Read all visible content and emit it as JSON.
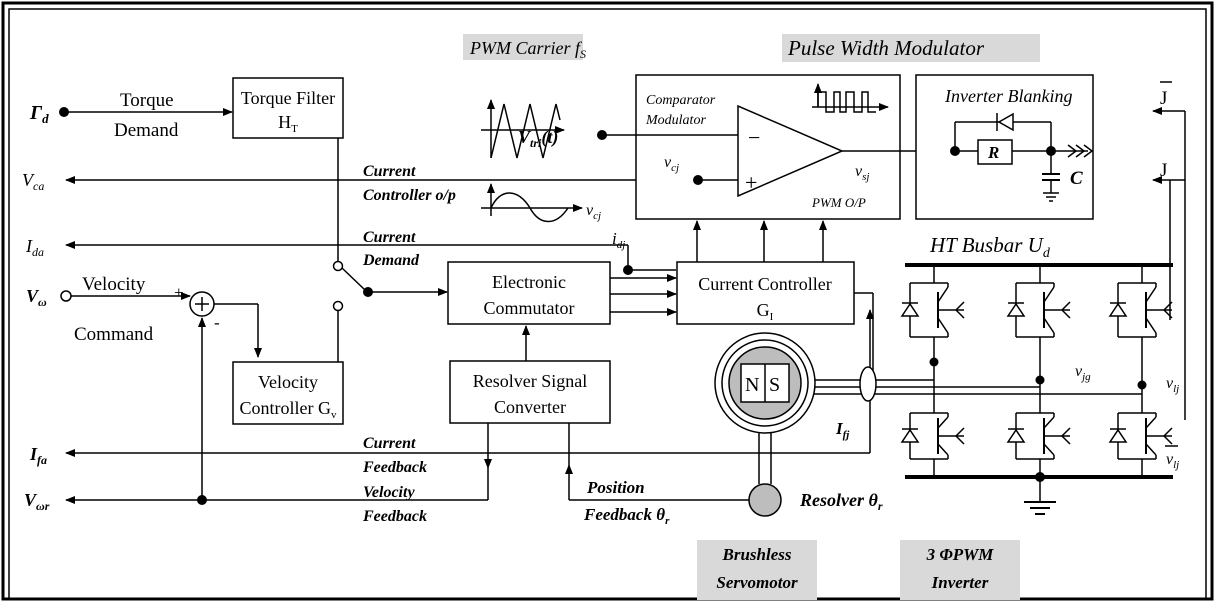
{
  "inputs": {
    "torque_symbol": "Γ",
    "torque_sub": "d",
    "vca_main": "V",
    "vca_sub": "ca",
    "ida_main": "I",
    "ida_sub": "da",
    "vomega_main": "V",
    "vomega_sub": "ω",
    "ifa_main": "I",
    "ifa_sub": "fa",
    "vomegar_main": "V",
    "vomegar_sub": "ωr"
  },
  "labels": {
    "torque_demand_1": "Torque",
    "torque_demand_2": "Demand",
    "velocity_command_1": "Velocity",
    "velocity_command_2": "Command",
    "current_controller_op_1": "Current",
    "current_controller_op_2": "Controller o/p",
    "current_demand_1": "Current",
    "current_demand_2": "Demand",
    "current_feedback_1": "Current",
    "current_feedback_2": "Feedback",
    "velocity_feedback_1": "Velocity",
    "velocity_feedback_2": "Feedback",
    "position_feedback_1": "Position",
    "position_feedback_2": "Feedback θ",
    "position_feedback_sub": "r",
    "plus": "+",
    "minus": "-",
    "idj_main": "i",
    "idj_sub": "dj",
    "vcj_main": "v",
    "vcj_sub": "cj",
    "vsj_main": "v",
    "vsj_sub": "sj",
    "pwm_op": "PWM O/P",
    "vtri_main": "V",
    "vtri_sub": "tri",
    "vtri_tail": "(t)",
    "vcj2_main": "v",
    "vcj2_sub": "cj",
    "comparator_1": "Comparator",
    "comparator_2": "Modulator",
    "comp_minus": "−",
    "comp_plus": "+",
    "inverter_blanking": "Inverter Blanking",
    "r_label": "R",
    "c_label": "C",
    "jbar": "J",
    "j": "J",
    "ht_busbar": "HT Busbar U",
    "ht_busbar_sub": "d",
    "vjg_main": "v",
    "vjg_sub": "jg",
    "vlj_main": "v",
    "vlj_sub": "lj",
    "vljbar_main": "v",
    "vljbar_sub": "lj",
    "ifj_main": "I",
    "ifj_sub": "fj",
    "n": "N",
    "s": "S",
    "resolver": "Resolver θ",
    "resolver_sub": "r"
  },
  "blocks": {
    "torque_filter_1": "Torque Filter",
    "torque_filter_2": "H",
    "torque_filter_sub": "T",
    "velocity_controller_1": "Velocity",
    "velocity_controller_2": "Controller G",
    "velocity_controller_sub": "v",
    "electronic_commutator_1": "Electronic",
    "electronic_commutator_2": "Commutator",
    "current_controller_1": "Current Controller",
    "current_controller_2": "G",
    "current_controller_sub": "I",
    "resolver_converter_1": "Resolver Signal",
    "resolver_converter_2": "Converter"
  },
  "captions": {
    "pwm_carrier": "PWM Carrier f",
    "pwm_carrier_sub": "S",
    "pulse_width_modulator": "Pulse Width Modulator",
    "brushless_1": "Brushless",
    "brushless_2": "Servomotor",
    "inverter_1": "3 ΦPWM",
    "inverter_2": "Inverter"
  }
}
